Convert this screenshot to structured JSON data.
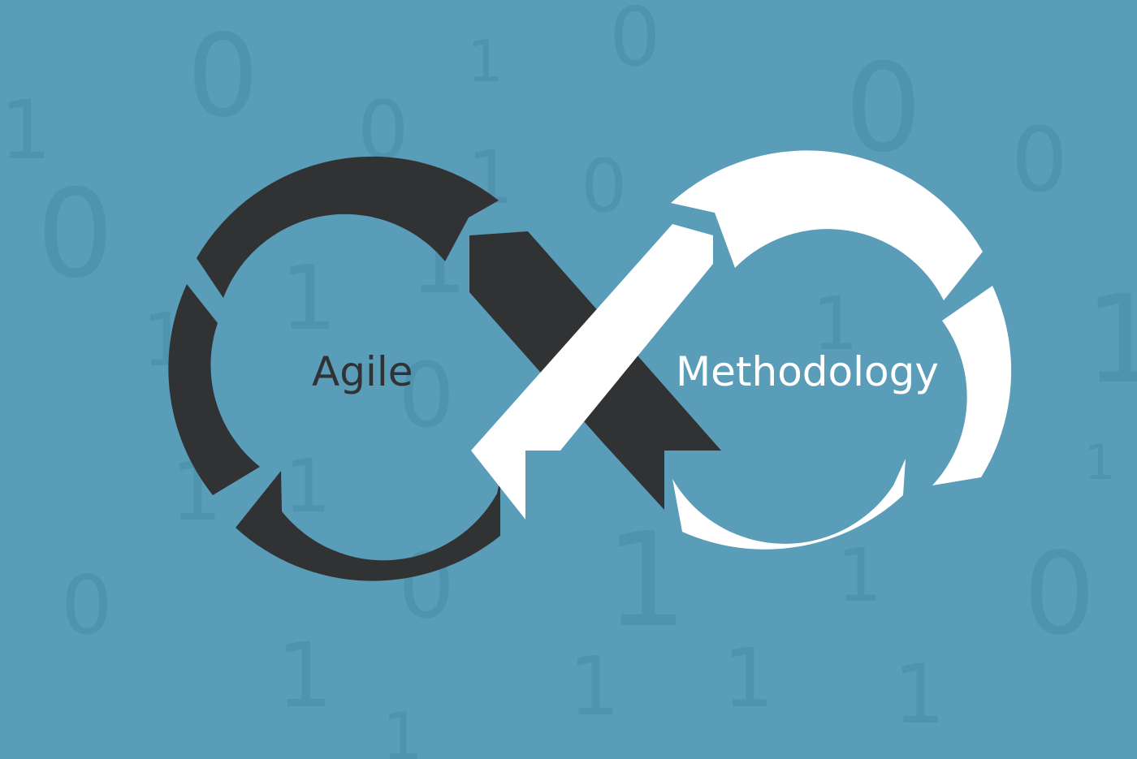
{
  "colors": {
    "background": "#5a9db8",
    "digits": "#4f93ae",
    "dark_loop": "#303234",
    "light_loop": "#ffffff"
  },
  "background_digits": [
    "0",
    "1",
    "0",
    "1",
    "0",
    "1",
    "0",
    "0",
    "0",
    "1",
    "1",
    "1",
    "1",
    "1",
    "0",
    "1",
    "0",
    "1",
    "1",
    "0",
    "1",
    "0",
    "1",
    "1",
    "1",
    "1",
    "1",
    "1"
  ],
  "diagram": {
    "left_label": "Agile",
    "right_label": "Methodology"
  }
}
